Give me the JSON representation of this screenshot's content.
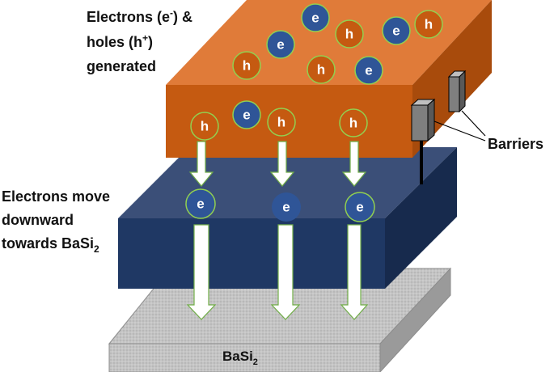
{
  "labels": {
    "generated_line1": "Electrons (e",
    "generated_sup1": "-",
    "generated_line1_end": ") &",
    "generated_line2": "holes (h",
    "generated_sup2": "+",
    "generated_line2_end": ")",
    "generated_line3": "generated",
    "move_line1": "Electrons move",
    "move_line2": "downward",
    "move_line3": "towards BaSi",
    "move_sub": "2",
    "barriers": "Barriers",
    "basi2_base": "BaSi",
    "basi2_sub": "2"
  },
  "particles": {
    "electron_symbol": "e",
    "hole_symbol": "h"
  },
  "colors": {
    "top_layer_front": "#c55a11",
    "top_layer_top": "#e07b39",
    "top_layer_side": "#a84b0c",
    "mid_layer_front": "#1f3864",
    "mid_layer_top": "#3b4f78",
    "mid_layer_side": "#172a4d",
    "base_layer": "#bfbfbf",
    "electron": "#2f5597",
    "hole": "#c55a11",
    "particle_outline": "#92d050"
  }
}
